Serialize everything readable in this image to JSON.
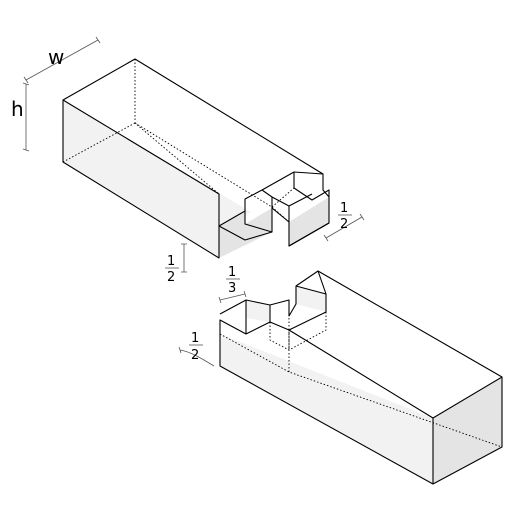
{
  "diagram": {
    "labels": {
      "width": "w",
      "height": "h"
    },
    "fractions": {
      "tenon_length": {
        "num": "1",
        "den": "2"
      },
      "tenon_depth": {
        "num": "1",
        "den": "2"
      },
      "tenon_width": {
        "num": "1",
        "den": "3"
      },
      "mortise_depth": {
        "num": "1",
        "den": "2"
      }
    }
  }
}
